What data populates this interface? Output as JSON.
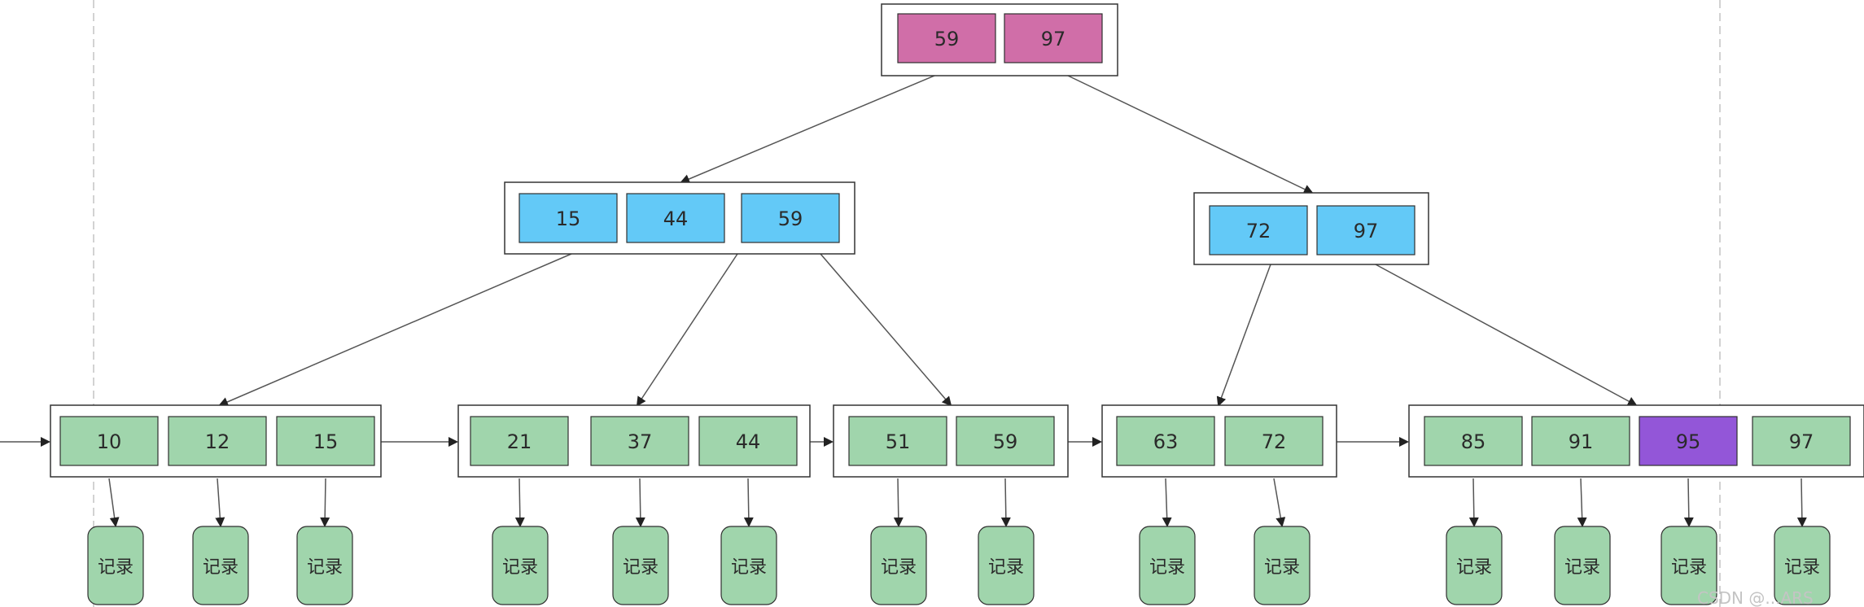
{
  "colors": {
    "root_key": "#d06ea8",
    "internal_key": "#63c9f7",
    "leaf_key": "#a0d5ac",
    "highlight_key": "#9356d8",
    "record": "#a0d5ac"
  },
  "tree": {
    "root": {
      "keys": [
        "59",
        "97"
      ]
    },
    "internal": [
      {
        "keys": [
          "15",
          "44",
          "59"
        ]
      },
      {
        "keys": [
          "72",
          "97"
        ]
      }
    ],
    "leaves": [
      {
        "keys": [
          "10",
          "12",
          "15"
        ]
      },
      {
        "keys": [
          "21",
          "37",
          "44"
        ]
      },
      {
        "keys": [
          "51",
          "59"
        ]
      },
      {
        "keys": [
          "63",
          "72"
        ]
      },
      {
        "keys": [
          "85",
          "91",
          "95",
          "97"
        ],
        "highlight_key": "95"
      }
    ],
    "record_label": "记录"
  },
  "watermark": "CSDN @...ARS"
}
